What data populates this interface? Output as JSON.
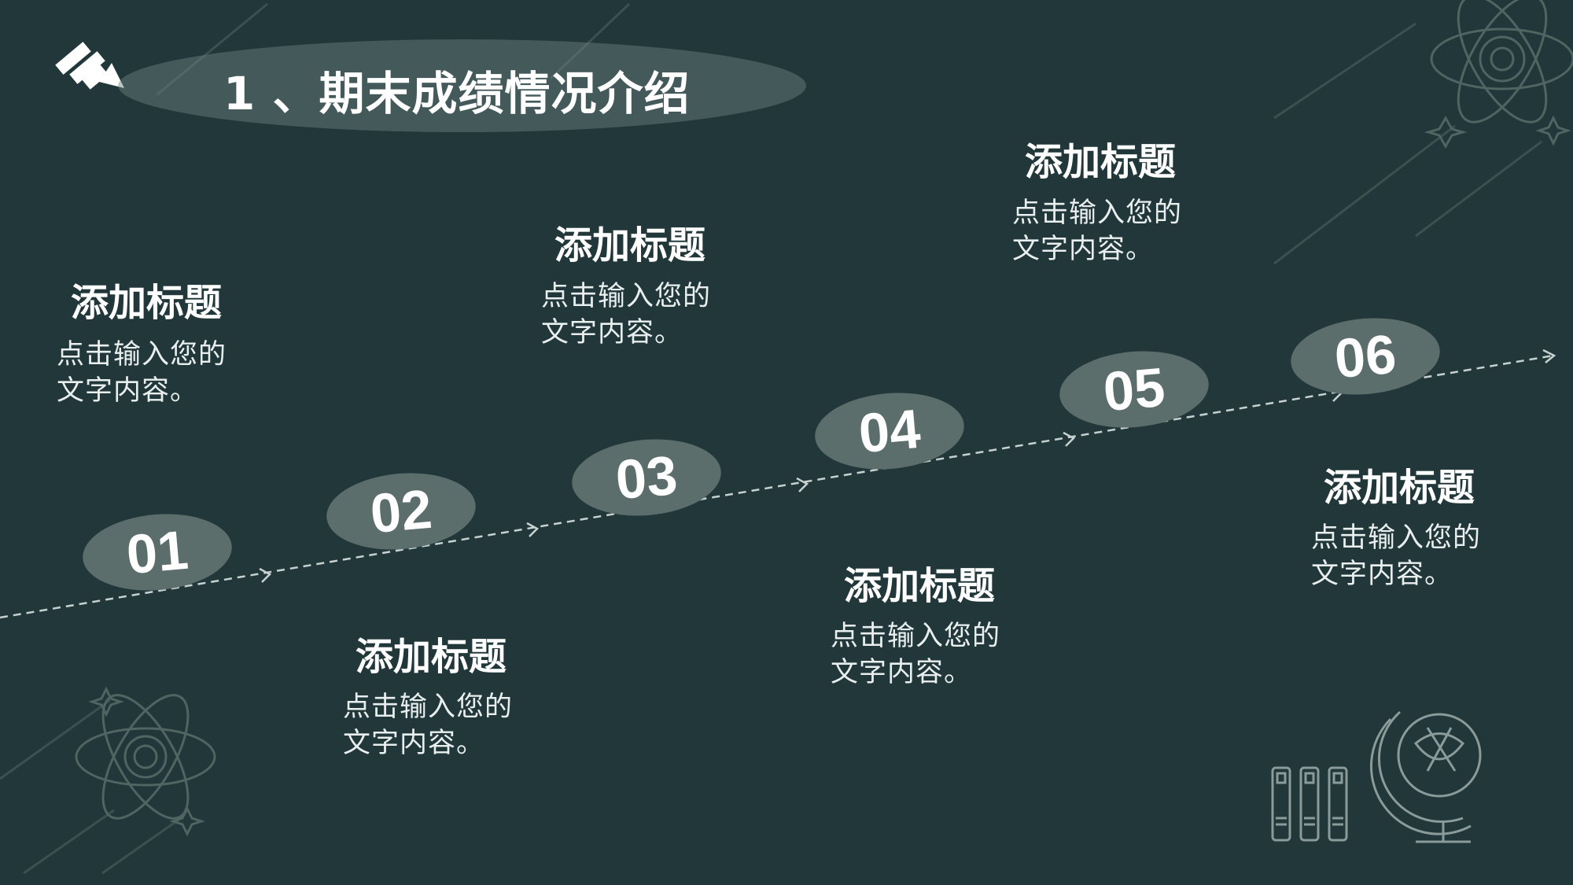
{
  "header": {
    "title": "1 、期末成绩情况介绍"
  },
  "steps": [
    {
      "number": "01",
      "title": "添加标题",
      "desc": "点击输入您的文字内容。"
    },
    {
      "number": "02",
      "title": "添加标题",
      "desc": "点击输入您的文字内容。"
    },
    {
      "number": "03",
      "title": "添加标题",
      "desc": "点击输入您的文字内容。"
    },
    {
      "number": "04",
      "title": "添加标题",
      "desc": "点击输入您的文字内容。"
    },
    {
      "number": "05",
      "title": "添加标题",
      "desc": "点击输入您的文字内容。"
    },
    {
      "number": "06",
      "title": "添加标题",
      "desc": "点击输入您的文字内容。"
    }
  ],
  "colors": {
    "background": "#21373a",
    "badge": "#5c6e6b",
    "line": "#c7d2d0",
    "text": "#ffffff"
  },
  "icons": [
    "pencil-logo-icon",
    "atom-icon",
    "books-icon",
    "globe-icon"
  ]
}
